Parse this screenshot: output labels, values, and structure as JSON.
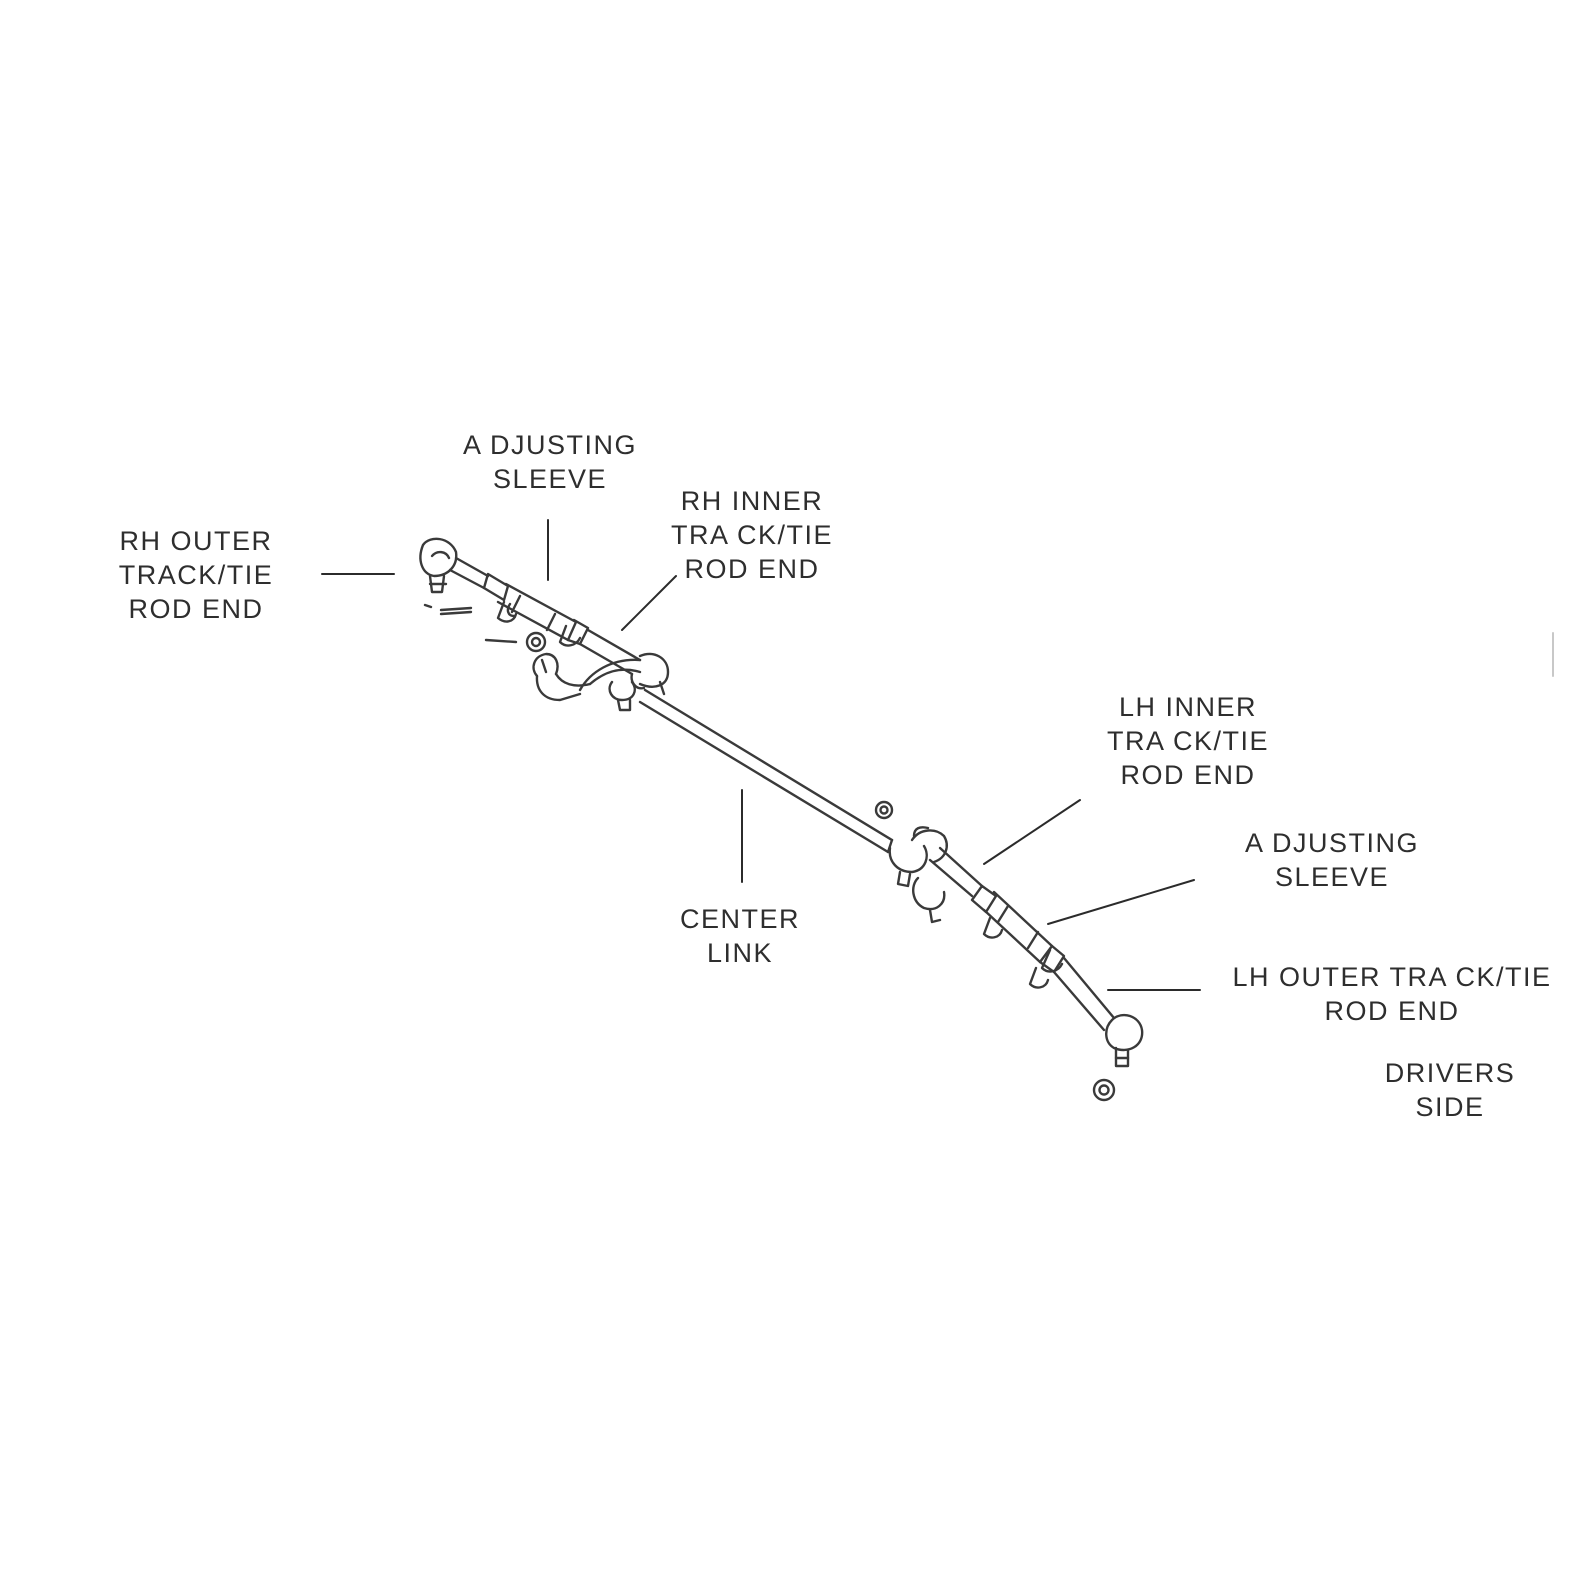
{
  "labels": {
    "rh_outer": [
      "RH OUTER",
      "TRACK/TIE",
      "ROD END"
    ],
    "adjusting_sleeve_rh": [
      "A DJUSTING",
      "SLEEVE"
    ],
    "rh_inner": [
      "RH INNER",
      "TRA CK/TIE",
      "ROD END"
    ],
    "center_link": [
      "CENTER",
      "LINK"
    ],
    "lh_inner": [
      "LH INNER",
      "TRA CK/TIE",
      "ROD END"
    ],
    "adjusting_sleeve_lh": [
      "A DJUSTING",
      "SLEEVE"
    ],
    "lh_outer": [
      "LH OUTER TRA CK/TIE",
      "ROD END"
    ],
    "drivers_side": [
      "DRIVERS",
      "SIDE"
    ]
  }
}
